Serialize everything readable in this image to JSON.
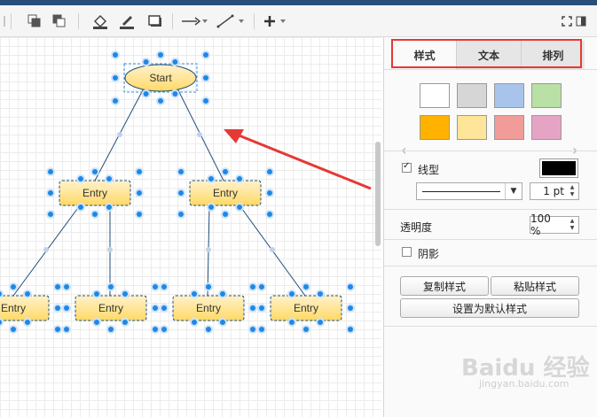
{
  "toolbar": {
    "icons": [
      "to-front-icon",
      "to-back-icon",
      "fill-color-icon",
      "line-color-icon",
      "shadow-icon",
      "connection-arrow-icon",
      "waypoints-icon",
      "insert-plus-icon",
      "fullscreen-icon",
      "format-panel-icon"
    ]
  },
  "diagram": {
    "start_label": "Start",
    "entry_label": "Entry"
  },
  "panel": {
    "tabs": [
      "样式",
      "文本",
      "排列"
    ],
    "active_tab": "样式",
    "swatches": [
      "#ffffff",
      "#d6d6d6",
      "#a9c4eb",
      "#b9e0a5",
      "#ffb300",
      "#ffe599",
      "#f19c99",
      "#e6a4c4"
    ],
    "line": {
      "label": "线型",
      "checked": true,
      "color": "#000000",
      "width": "1 pt"
    },
    "opacity": {
      "label": "透明度",
      "value": "100 %"
    },
    "shadow": {
      "label": "阴影",
      "checked": false
    },
    "buttons": {
      "copy_style": "复制样式",
      "paste_style": "粘贴样式",
      "set_default": "设置为默认样式"
    }
  },
  "watermark": {
    "brand": "Baidu 经验",
    "url": "jingyan.baidu.com"
  }
}
